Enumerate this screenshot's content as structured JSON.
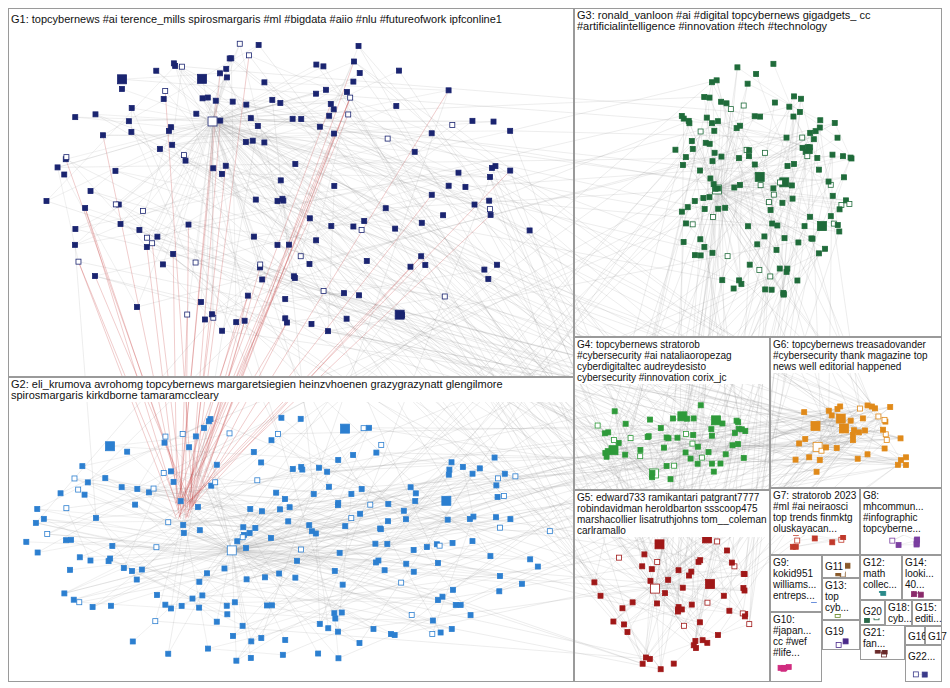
{
  "diagram": {
    "nodes": [
      {
        "text": [
          "G1: topcybernews #ai terence_mills spirosmargaris #ml #bigdata #aiio #nlu #futureofwork ipfconline1"
        ]
      },
      {
        "text": [
          "G2: eli_krumova avrohomg topcybernews margaretsiegien heinzvhoenen grazygrazynatt glengilmore spirosmargaris kirkdborne tamaramccleary"
        ]
      },
      {
        "text": [
          "G3: ronald_vanloon #ai #digital topcybernews gigadgets_ cc #artificialintelligence #innovation #tech #technology"
        ]
      },
      {
        "text": [
          "G4: topcybernews stratorob #cybersecurity #ai nataliaoropezag cyberdigitaltec audreydesisto cybersecurity #innovation corix_jc"
        ]
      },
      {
        "text": [
          "G5: edward733 ramikantari patgrant7777 robindavidman heroldbarton ssscoop475 marshacollier lisatruthjohns tom__coleman carlramallo"
        ]
      },
      {
        "text": [
          "G6: topcybernews treasadovander #cybersecurity thank magazine top news well editorial happened"
        ]
      },
      {
        "text": [
          "G7: stratorob 2023 #ml #ai neiraosci top trends finmktg oluskayacan..."
        ]
      },
      {
        "text": [
          "G8: mhcommun... #infographic topcyberne..."
        ]
      },
      {
        "text": [
          "G9: kokid951 williams... entreps..."
        ]
      },
      {
        "text": [
          "G10: #japan... cc #wef #life..."
        ]
      },
      {
        "text": [
          "G11"
        ]
      },
      {
        "text": [
          "G12: math collec..."
        ]
      },
      {
        "text": [
          "G13: top cyb..."
        ]
      },
      {
        "text": [
          "G14: looki... 40..."
        ]
      },
      {
        "text": [
          "G15: editi..."
        ]
      },
      {
        "text": [
          "G16"
        ]
      },
      {
        "text": [
          "G17"
        ]
      },
      {
        "text": [
          "G18: cyb..."
        ]
      },
      {
        "text": [
          "G19"
        ]
      },
      {
        "text": [
          "G20"
        ]
      },
      {
        "text": [
          "G21: fan..."
        ]
      },
      {
        "text": [
          "G22..."
        ]
      }
    ]
  }
}
